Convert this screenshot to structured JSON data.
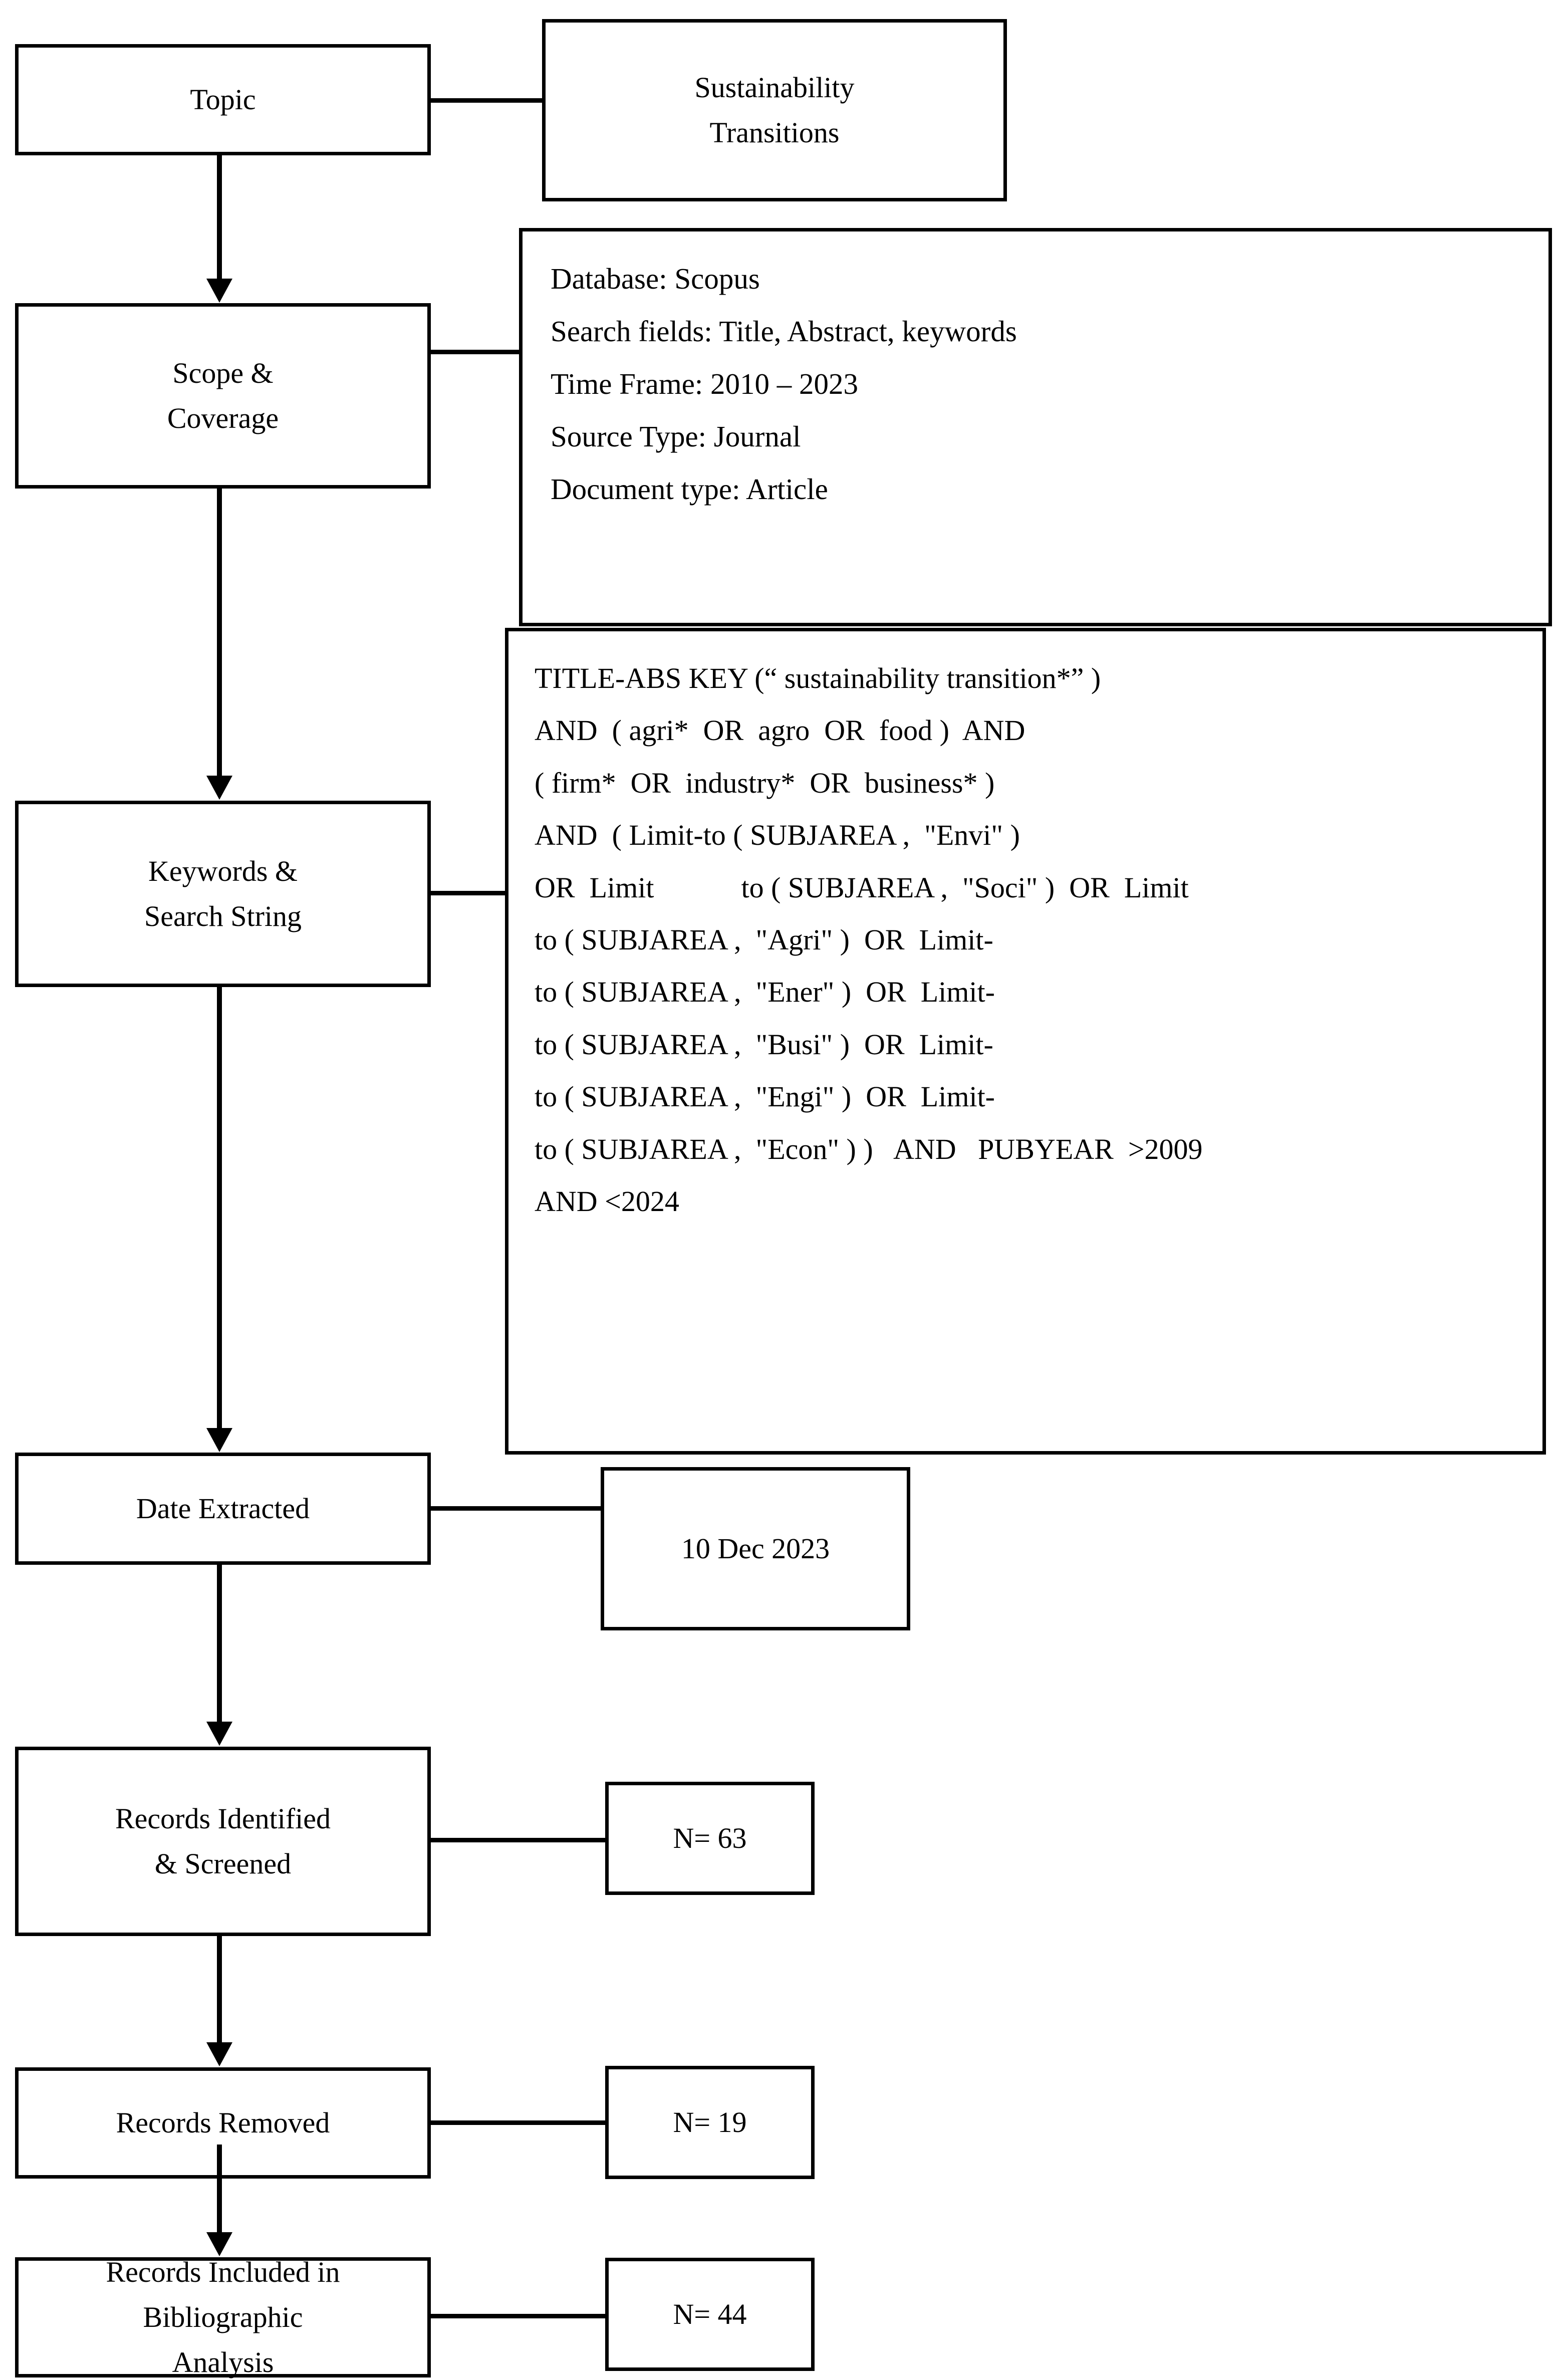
{
  "diagram": {
    "title": "Literature search and screening flowchart",
    "type": "flowchart",
    "stroke_color": "#000000",
    "background_color": "#ffffff"
  },
  "nodes": {
    "topic": {
      "label": "Topic"
    },
    "topic_value": {
      "line1": "Sustainability",
      "line2": "Transitions"
    },
    "scope": {
      "line1": "Scope &",
      "line2": "Coverage"
    },
    "scope_details": {
      "line1": "Database: Scopus",
      "line2": "Search fields: Title, Abstract, keywords",
      "line3": "Time Frame: 2010 – 2023",
      "line4": "Source Type: Journal",
      "line5": "Document type: Article"
    },
    "keywords": {
      "line1": "Keywords &",
      "line2": "Search String"
    },
    "search_string": {
      "line1": "TITLE-ABS KEY (“ sustainability transition*” )",
      "line2": "AND  ( agri*  OR  agro  OR  food )  AND",
      "line3": "( firm*  OR  industry*  OR  business* )",
      "line4": "AND  ( Limit-to ( SUBJAREA ,  \"Envi\" )",
      "line5": "OR  Limit            to ( SUBJAREA ,  \"Soci\" )  OR  Limit",
      "line6": "to ( SUBJAREA ,  \"Agri\" )  OR  Limit-",
      "line7": "to ( SUBJAREA ,  \"Ener\" )  OR  Limit-",
      "line8": "to ( SUBJAREA ,  \"Busi\" )  OR  Limit-",
      "line9": "to ( SUBJAREA ,  \"Engi\" )  OR  Limit-",
      "line10": "to ( SUBJAREA ,  \"Econ\" ) )   AND   PUBYEAR  >2009",
      "line11": "AND <2024"
    },
    "date_extracted": {
      "label": "Date Extracted"
    },
    "date_extracted_value": {
      "label": "10 Dec 2023"
    },
    "records_identified": {
      "line1": "Records Identified",
      "line2": "& Screened"
    },
    "records_identified_value": {
      "label": "N= 63"
    },
    "records_removed": {
      "label": "Records Removed"
    },
    "records_removed_value": {
      "label": "N= 19"
    },
    "records_included": {
      "line1": "Records Included in",
      "line2": "Bibliographic",
      "line3": "Analysis"
    },
    "records_included_value": {
      "label": "N= 44"
    }
  }
}
